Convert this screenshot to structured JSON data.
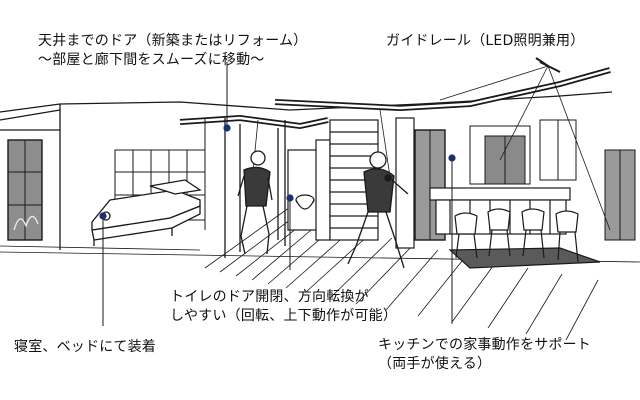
{
  "annotations": {
    "ceiling_door": "天井までのドア（新築またはリフォーム）\n～部屋と廊下間をスムーズに移動～",
    "guide_rail": "ガイドレール（LED照明兼用）",
    "toilet_door": "トイレのドア開閉、方向転換が\nしやすい（回転、上下動作が可能）",
    "bedroom": "寝室、ベッドにて装着",
    "kitchen": "キッチンでの家事動作をサポート\n（両手が使える）"
  },
  "colors": {
    "marker": "#1c2f6e",
    "ink": "#1a1a1a"
  }
}
